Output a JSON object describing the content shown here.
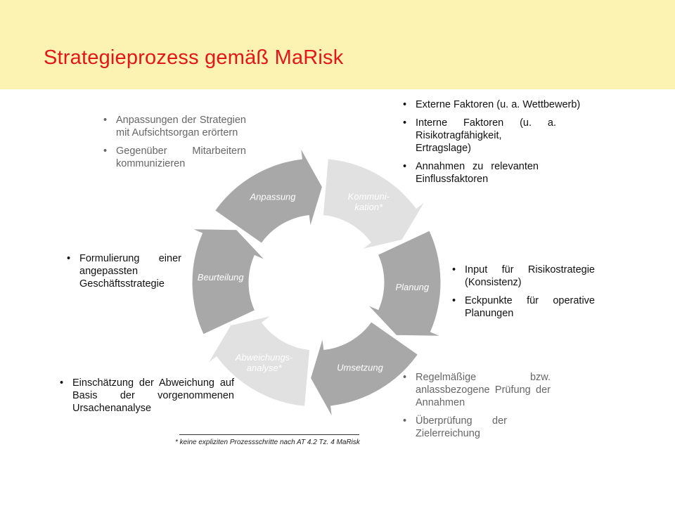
{
  "header": {
    "title": "Strategieprozess gemäß MaRisk"
  },
  "cycle": {
    "segments": [
      {
        "id": "planung",
        "label": "Planung",
        "style": "dark"
      },
      {
        "id": "umsetzung",
        "label": "Umsetzung",
        "style": "dark"
      },
      {
        "id": "abweichungsanalyse",
        "label_lines": [
          "Abweichungs-",
          "analyse*"
        ],
        "style": "light"
      },
      {
        "id": "beurteilung",
        "label": "Beurteilung",
        "style": "dark"
      },
      {
        "id": "anpassung",
        "label": "Anpassung",
        "style": "dark"
      },
      {
        "id": "kommunikation",
        "label_lines": [
          "Kommuni-",
          "kation*"
        ],
        "style": "light"
      }
    ]
  },
  "notes": {
    "kommunikation": [
      "Anpassungen der Strategien mit Aufsichtsorgan erörtern",
      "Gegenüber Mitarbeitern kommunizieren"
    ],
    "planung": [
      "Externe Faktoren (u. a. Wettbewerb)",
      "Interne Faktoren (u. a. Risikotragfähigkeit, Ertragslage)",
      "Annahmen zu relevanten Einflussfaktoren"
    ],
    "anpassung": [
      "Formulierung einer angepassten Geschäftsstrategie"
    ],
    "umsetzung": [
      "Input für Risikostrategie (Konsistenz)",
      "Eckpunkte für operative Planungen"
    ],
    "beurteilung": [
      "Einschätzung der Abweichung auf Basis der vorgenommenen Ursachenanalyse"
    ],
    "abweichungsanalyse": [
      "Regelmäßige bzw. anlassbezogene Prüfung der Annahmen",
      "Überprüfung der Zielerreichung"
    ]
  },
  "footnote": "* keine expliziten Prozessschritte nach AT 4.2 Tz. 4 MaRisk",
  "colors": {
    "title": "#e3161b",
    "header_bg": "#fcf2b1",
    "segment_dark": "#a8a8a8",
    "segment_light": "#e1e1e1"
  }
}
